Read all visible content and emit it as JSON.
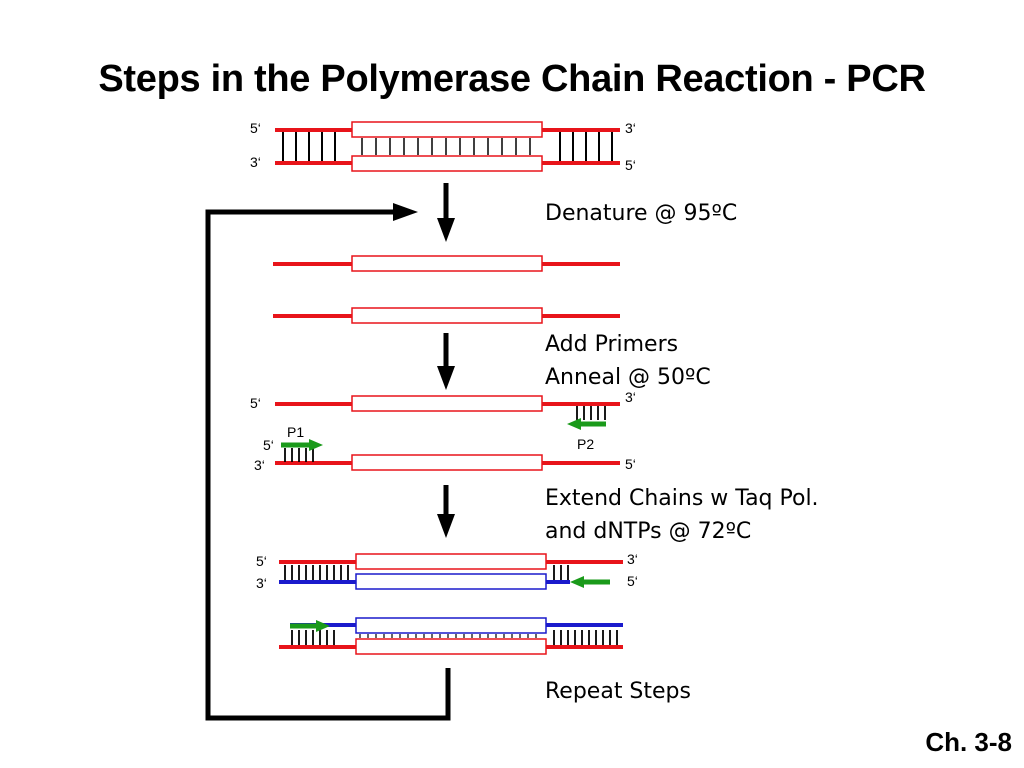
{
  "title": "Steps in the Polymerase Chain Reaction - PCR",
  "slide_number": "Ch. 3-8",
  "steps": {
    "denature": "Denature @ 95ºC",
    "anneal_line1": "Add Primers",
    "anneal_line2": "Anneal @ 50ºC",
    "extend_line1": "Extend Chains w Taq Pol.",
    "extend_line2": "and dNTPs @ 72ºC",
    "repeat": "Repeat Steps"
  },
  "end_labels": {
    "five_prime": "5‘",
    "three_prime": "3‘"
  },
  "primer_labels": {
    "p1": "P1",
    "p2": "P2"
  },
  "colors": {
    "template_strand": "#e8141a",
    "new_strand": "#1a1acc",
    "primer": "#1a9a1a",
    "arrow": "#000000"
  }
}
